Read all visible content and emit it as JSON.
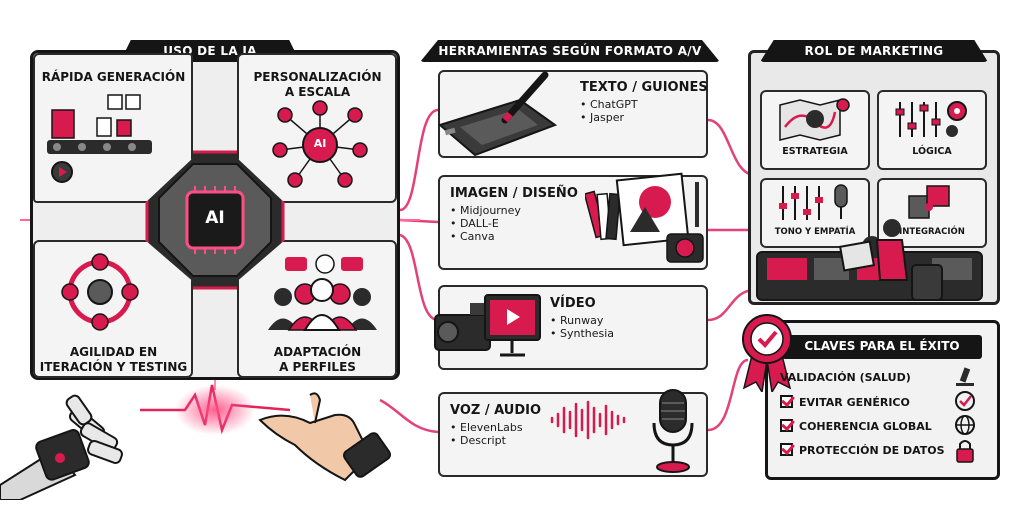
{
  "colors": {
    "accent": "#d81b4f",
    "dark": "#151515",
    "panel": "#f1f1f1"
  },
  "left": {
    "header": "USO DE LA IA",
    "chip": "AI",
    "badge": "AI",
    "quadrants": [
      {
        "title": "RÁPIDA GENERACIÓN"
      },
      {
        "title_line1": "PERSONALIZACIÓN",
        "title_line2": "A ESCALA"
      },
      {
        "title_line1": "AGILIDAD EN",
        "title_line2": "ITERACIÓN Y TESTING"
      },
      {
        "title_line1": "ADAPTACIÓN",
        "title_line2": "A PERFILES"
      }
    ]
  },
  "middle": {
    "header": "HERRAMIENTAS SEGÚN FORMATO A/V",
    "tools": [
      {
        "title": "TEXTO / GUIONES",
        "items": [
          "ChatGPT",
          "Jasper"
        ]
      },
      {
        "title": "IMAGEN / DISEÑO",
        "items": [
          "Midjourney",
          "DALL-E",
          "Canva"
        ]
      },
      {
        "title": "VÍDEO",
        "items": [
          "Runway",
          "Synthesia"
        ]
      },
      {
        "title": "VOZ / AUDIO",
        "items": [
          "ElevenLabs",
          "Descript"
        ]
      }
    ]
  },
  "right": {
    "header": "ROL DE MARKETING",
    "roles": [
      "ESTRATEGIA",
      "LÓGICA",
      "TONO Y EMPATÍA",
      "INTEGRACIÓN"
    ],
    "keys_title": "CLAVES PARA EL ÉXITO",
    "keys": [
      "VALIDACIÓN (SALUD)",
      "EVITAR GENÉRICO",
      "COHERENCIA GLOBAL",
      "PROTECCIÓN DE DATOS"
    ]
  }
}
